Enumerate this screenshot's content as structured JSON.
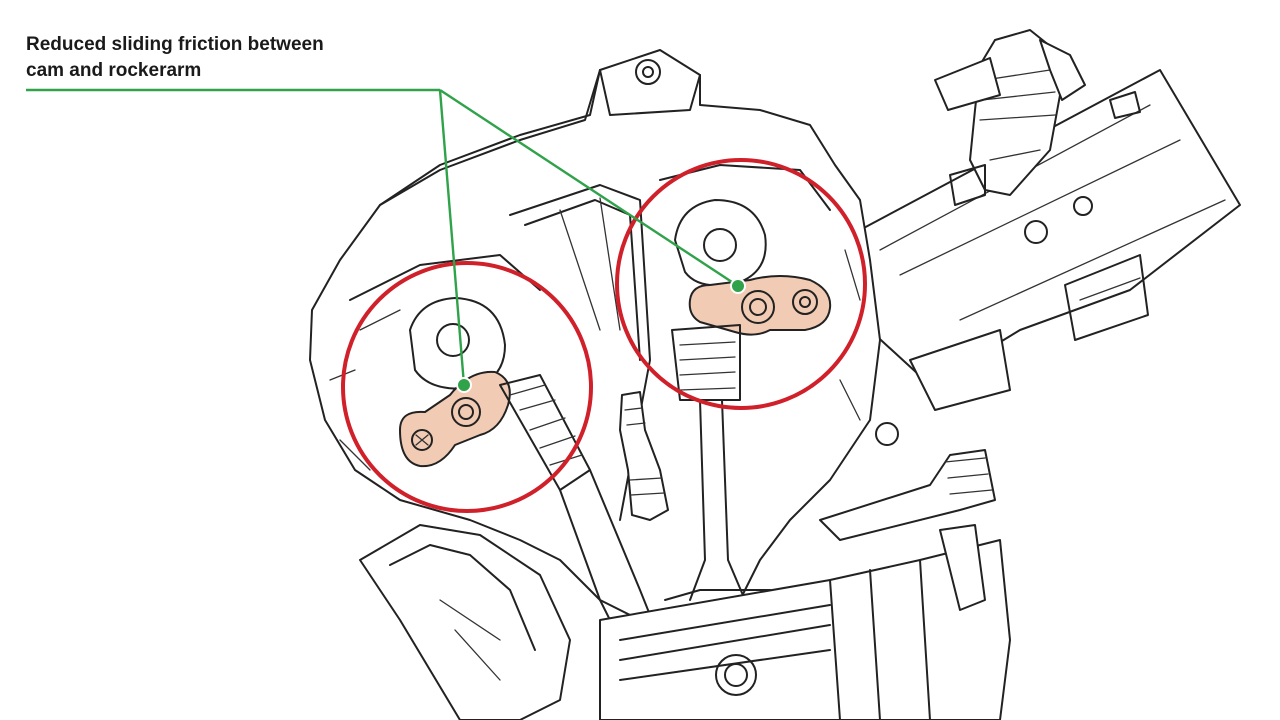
{
  "callout": {
    "line1": "Reduced sliding friction between",
    "line2": "cam and rockerarm"
  },
  "colors": {
    "highlight_ring": "#d0202a",
    "leader_line": "#2fa24a",
    "rocker_arm_fill": "#f1cbb4",
    "outline": "#222222"
  },
  "parts": {
    "highlighted": [
      "cam-lobe",
      "rocker-arm"
    ],
    "highlight_count": 2
  }
}
